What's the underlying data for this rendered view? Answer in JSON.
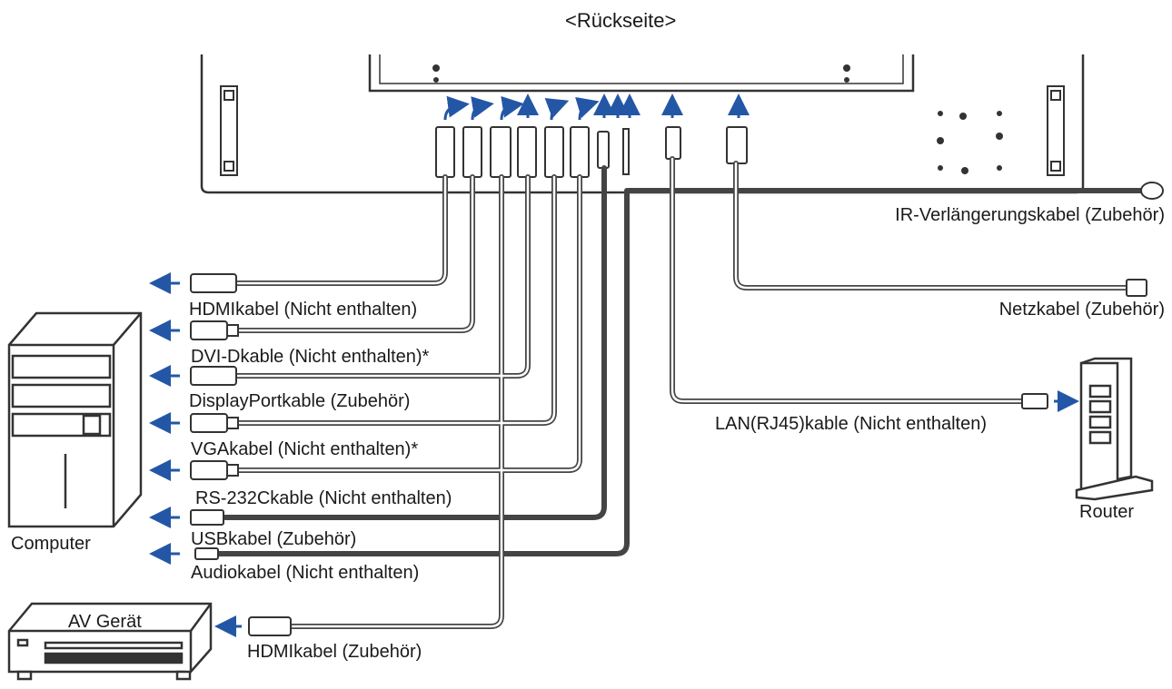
{
  "title": "<Rückseite>",
  "devices": {
    "computer": "Computer",
    "router": "Router",
    "av_device": "AV Gerät"
  },
  "left_cables": [
    "HDMIkabel (Nicht enthalten)",
    "DVI-Dkable (Nicht enthalten)*",
    "DisplayPortkable (Zubehör)",
    "VGAkabel (Nicht enthalten)*",
    "RS-232Ckable (Nicht enthalten)",
    "USBkabel (Zubehör)",
    "Audiokabel (Nicht enthalten)"
  ],
  "av_cable": "HDMIkabel (Zubehör)",
  "right_cables": {
    "ir": "IR-Verlängerungskabel (Zubehör)",
    "power": "Netzkabel (Zubehör)",
    "lan": "LAN(RJ45)kable (Nicht enthalten)"
  },
  "colors": {
    "line": "#3a3a3a",
    "arrow": "#2357a6",
    "cable_fill": "#ffffff"
  }
}
